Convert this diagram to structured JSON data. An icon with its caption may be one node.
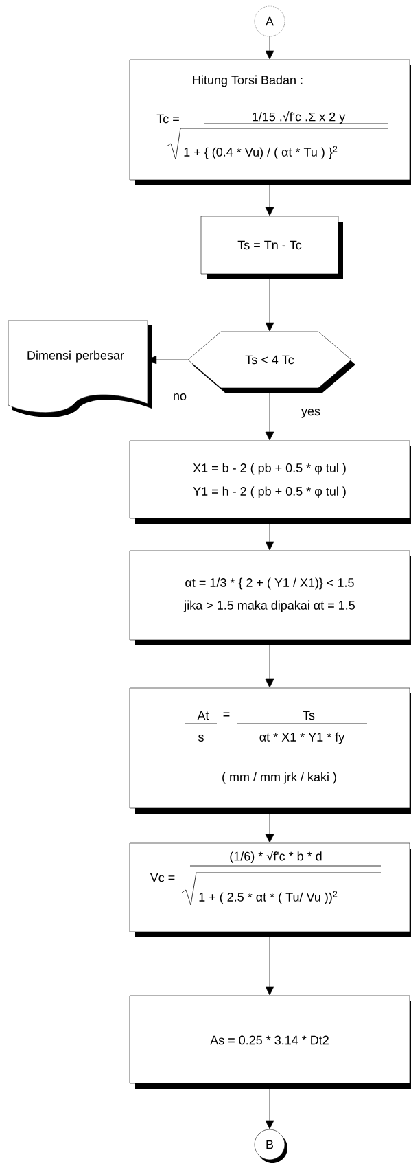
{
  "diagram": {
    "nodes": [
      {
        "text": [
          "A"
        ]
      },
      {
        "text": [
          "Hitung Torsi Badan :",
          "Tc =",
          "1/15 .√f'c .Σ x 2 y",
          "1 + { (0.4 * Vu) / ( αt * Tu ) }$^{2}$"
        ]
      },
      {
        "text": [
          "Ts = Tn - Tc"
        ]
      },
      {
        "text": [
          "Ts < 4 Tc"
        ]
      },
      {
        "text": [
          "Dimensi perbesar"
        ]
      },
      {
        "text": [
          "X1 = b - 2 ( pb + 0.5 * φ tul )",
          "Y1 = h - 2 ( pb + 0.5 * φ tul )"
        ]
      },
      {
        "text": [
          "αt = 1/3 * { 2 + ( Y1 / X1)} < 1.5",
          "jika > 1.5 maka dipakai αt = 1.5"
        ]
      },
      {
        "text": [
          "At",
          "=",
          "Ts",
          "s",
          "αt * X1 * Y1 * fy",
          "( mm  / mm jrk / kaki )"
        ]
      },
      {
        "text": [
          "Vc =",
          "(1/6) * √f'c * b * d",
          "1 + ( 2.5 * αt * ( Tu/ Vu ))$^{2}$"
        ]
      },
      {
        "text": [
          "As = 0.25 * 3.14 * Dt2"
        ]
      },
      {
        "text": [
          "B"
        ]
      }
    ],
    "edges": [
      {
        "from": 0,
        "to": 1,
        "arrow": "to"
      },
      {
        "from": 1,
        "to": 2,
        "arrow": "to"
      },
      {
        "from": 2,
        "to": 3,
        "arrow": "to"
      },
      {
        "from": 3,
        "to": 4,
        "arrow": "to",
        "label": "no"
      },
      {
        "from": 3,
        "to": 5,
        "arrow": "to",
        "label": "yes"
      },
      {
        "from": 5,
        "to": 6,
        "arrow": "to"
      },
      {
        "from": 6,
        "to": 7,
        "arrow": "to"
      },
      {
        "from": 7,
        "to": 8,
        "arrow": "to"
      },
      {
        "from": 8,
        "to": 9,
        "arrow": "to"
      },
      {
        "from": 9,
        "to": 10,
        "arrow": "to"
      }
    ]
  }
}
